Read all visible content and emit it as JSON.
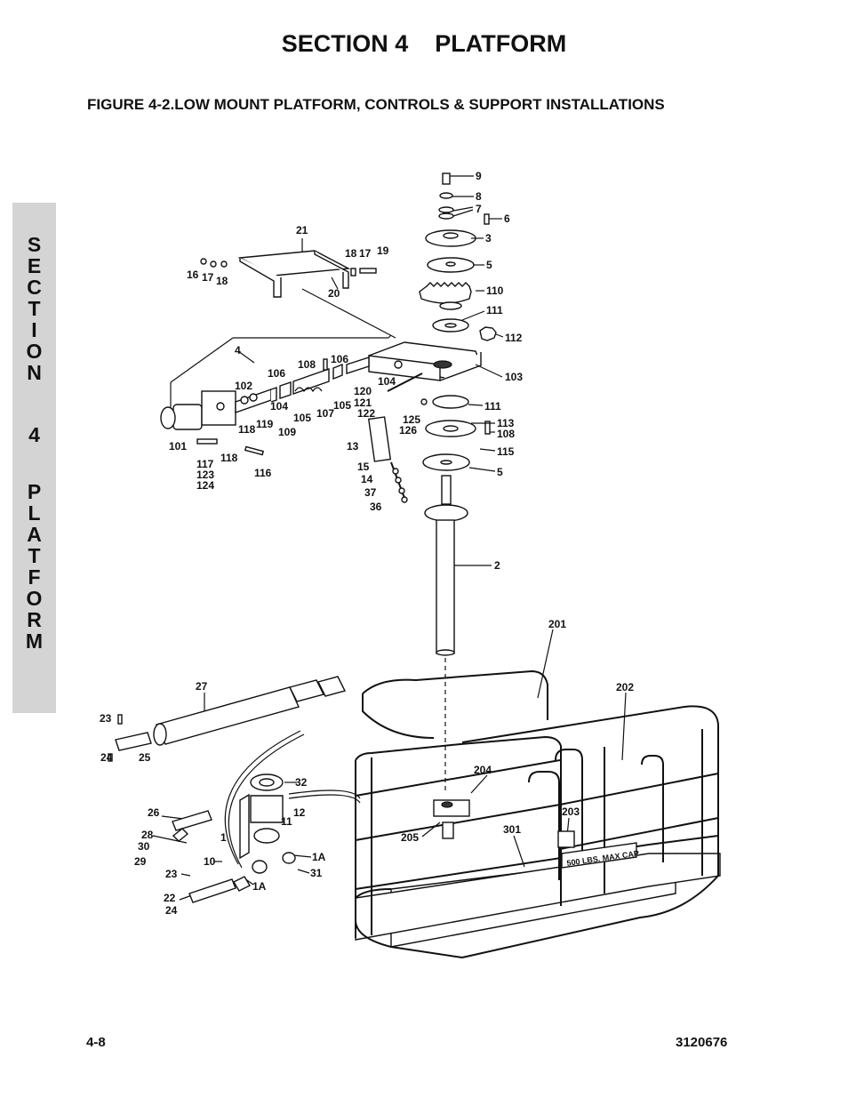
{
  "header": {
    "section_title": "SECTION 4    PLATFORM",
    "figure_title": "FIGURE 4-2.LOW MOUNT PLATFORM, CONTROLS & SUPPORT INSTALLATIONS"
  },
  "sidebar": {
    "letters": [
      "S",
      "E",
      "C",
      "T",
      "I",
      "O",
      "N",
      "4",
      "P",
      "L",
      "A",
      "T",
      "F",
      "O",
      "R",
      "M"
    ]
  },
  "callouts": [
    "9",
    "8",
    "7",
    "6",
    "3",
    "5",
    "110",
    "111",
    "112",
    "103",
    "111",
    "113",
    "108",
    "115",
    "5",
    "2",
    "21",
    "18",
    "17",
    "19",
    "16",
    "17",
    "18",
    "20",
    "4",
    "108",
    "106",
    "106",
    "104",
    "102",
    "120",
    "121",
    "122",
    "104",
    "105",
    "107",
    "105",
    "119",
    "118",
    "109",
    "101",
    "118",
    "117",
    "123",
    "124",
    "116",
    "125",
    "126",
    "13",
    "15",
    "14",
    "37",
    "36",
    "201",
    "202",
    "27",
    "23",
    "24",
    "25",
    "32",
    "204",
    "26",
    "12",
    "11",
    "28",
    "30",
    "1",
    "29",
    "10",
    "1A",
    "23",
    "31",
    "22",
    "1A",
    "24",
    "205",
    "301",
    "203"
  ],
  "plate": {
    "text": "500 LBS. MAX CAP"
  },
  "footer": {
    "page_number": "4-8",
    "doc_number": "3120676"
  }
}
